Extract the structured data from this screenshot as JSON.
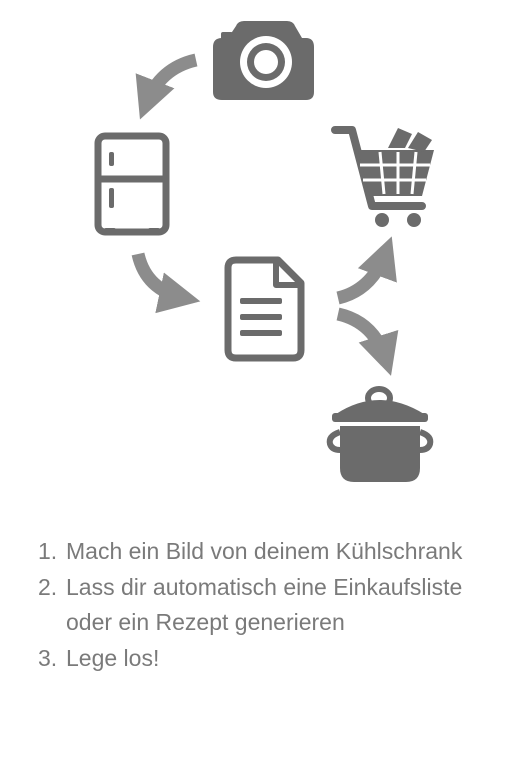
{
  "diagram": {
    "icon_color": "#6b6b6b",
    "arrow_color": "#8c8c8c",
    "icons": [
      {
        "name": "camera-icon"
      },
      {
        "name": "fridge-icon"
      },
      {
        "name": "document-icon"
      },
      {
        "name": "shopping-cart-icon"
      },
      {
        "name": "cooking-pot-icon"
      }
    ]
  },
  "steps": [
    {
      "number": "1.",
      "text": "Mach ein Bild von deinem Kühlschrank"
    },
    {
      "number": "2.",
      "text": "Lass dir automatisch eine Einkaufsliste oder ein Rezept generieren"
    },
    {
      "number": "3.",
      "text": "Lege los!"
    }
  ],
  "text_color": "#7a7a7a"
}
